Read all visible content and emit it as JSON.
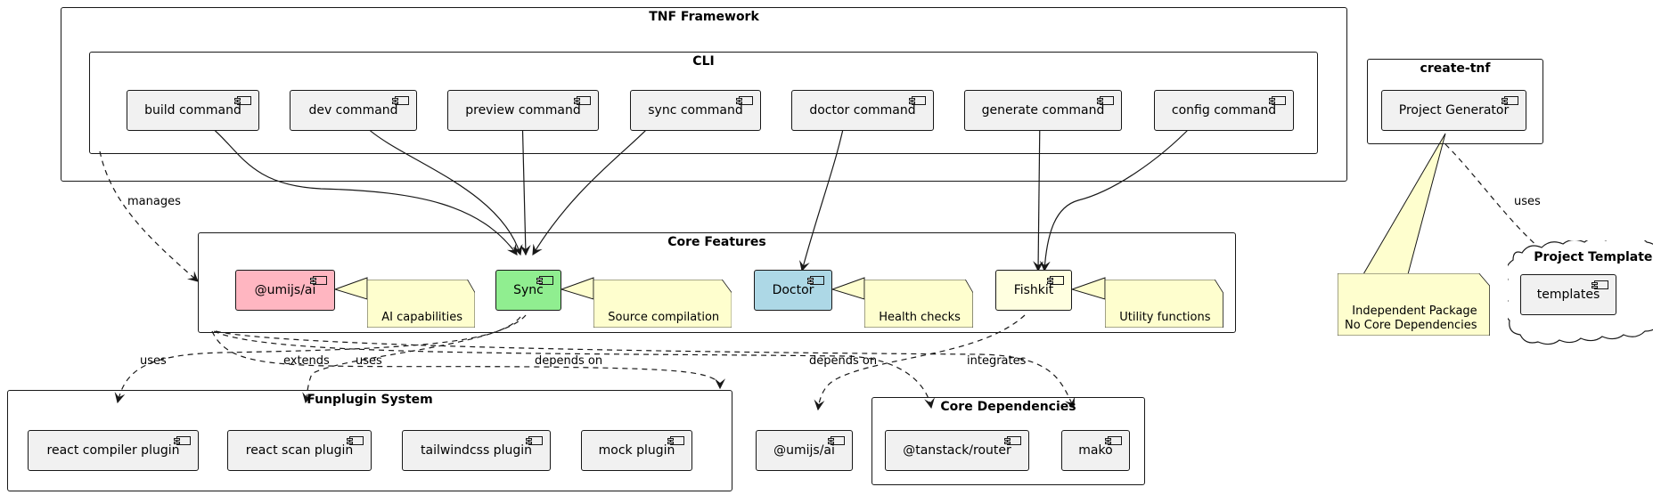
{
  "packages": {
    "tnf_framework": "TNF Framework",
    "cli": "CLI",
    "create_tnf": "create-tnf",
    "core_features": "Core Features",
    "project_templates": "Project Templates",
    "funplugin_system": "Funplugin System",
    "core_dependencies": "Core Dependencies"
  },
  "cli_commands": {
    "build": "build command",
    "dev": "dev command",
    "preview": "preview command",
    "sync": "sync command",
    "doctor": "doctor command",
    "generate": "generate command",
    "config": "config command"
  },
  "create_tnf": {
    "generator": "Project Generator"
  },
  "core_features": {
    "ai": "@umijs/ai",
    "sync": "Sync",
    "doctor": "Doctor",
    "fishkit": "Fishkit"
  },
  "notes": {
    "ai": "AI capabilities",
    "sync": "Source compilation",
    "doctor": "Health checks",
    "fishkit": "Utility functions",
    "generator": "Independent Package\nNo Core Dependencies"
  },
  "templates": {
    "templates": "templates"
  },
  "funplugins": {
    "react_compiler": "react compiler plugin",
    "react_scan": "react scan plugin",
    "tailwindcss": "tailwindcss plugin",
    "mock": "mock plugin"
  },
  "standalone": {
    "ai": "@umijs/ai"
  },
  "core_dependencies": {
    "router": "@tanstack/router",
    "mako": "mako"
  },
  "edge_labels": {
    "manages": "manages",
    "uses_generator": "uses",
    "uses_compiler": "uses",
    "uses_scan": "uses",
    "extends": "extends",
    "depends_router": "depends on",
    "depends_mako": "depends on",
    "integrates": "integrates"
  },
  "colors": {
    "ai": "#ffb6c1",
    "sync": "#90ee90",
    "doctor": "#add8e6",
    "fishkit": "#ffffe0",
    "component": "#f1f1f1",
    "note": "#fefece",
    "border": "#181818"
  }
}
